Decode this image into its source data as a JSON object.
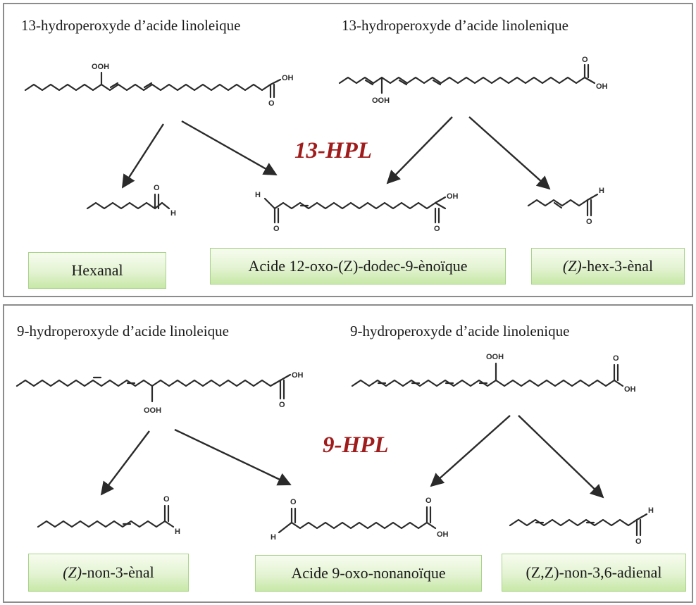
{
  "panel_13": {
    "title_left": "13-hydroperoxyde d’acide linoleique",
    "title_right": "13-hydroperoxyde d’acide linolenique",
    "enzyme": "13-HPL",
    "products": {
      "p1": "Hexanal",
      "p2": "Acide 12-oxo-(Z)-dodec-9-ènoïque",
      "p3_italic": "(Z)",
      "p3_rest": "-hex-3-ènal"
    }
  },
  "panel_9": {
    "title_left": "9-hydroperoxyde d’acide linoleique",
    "title_right": "9-hydroperoxyde d’acide linolenique",
    "enzyme": "9-HPL",
    "products": {
      "p1_italic": "(Z)",
      "p1_rest": "-non-3-ènal",
      "p2": "Acide 9-oxo-nonanoïque",
      "p3": "(Z,Z)-non-3,6-adienal"
    }
  },
  "labels": {
    "ooh": "OOH",
    "oh": "OH",
    "o": "O",
    "h": "H"
  },
  "colors": {
    "enzyme_text": "#a01b1b",
    "box_fill": "#c7e8a6",
    "box_border": "#a9d38a",
    "panel_border": "#8c8c8c"
  }
}
